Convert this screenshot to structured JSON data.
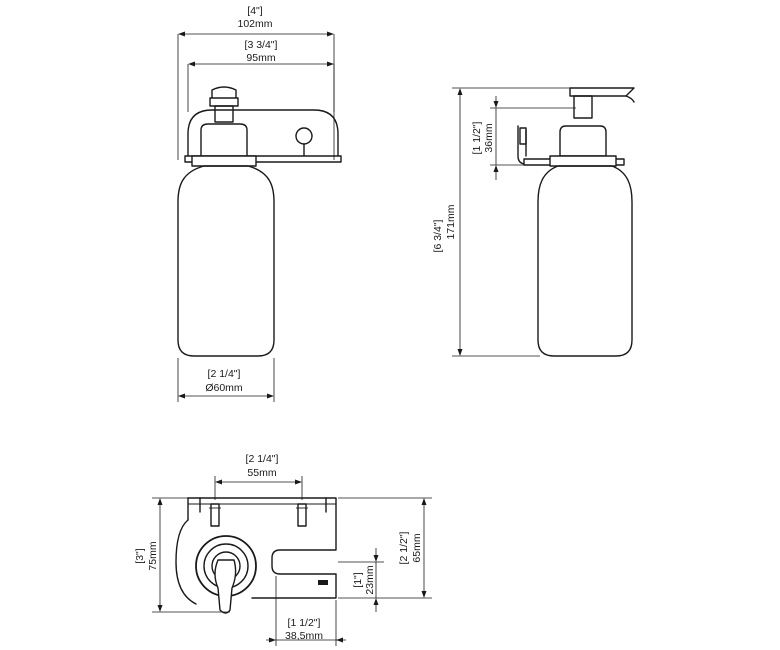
{
  "dimensions": {
    "total_width": {
      "inch": "[4\"]",
      "mm": "102mm"
    },
    "bracket_width": {
      "inch": "[3 3/4\"]",
      "mm": "95mm"
    },
    "diameter": {
      "inch": "[2 1/4\"]",
      "mm": "Ø60mm"
    },
    "height": {
      "inch": "[6 3/4\"]",
      "mm": "171mm"
    },
    "pump_height": {
      "inch": "[1 1/2\"]",
      "mm": "36mm"
    },
    "hole_spacing": {
      "inch": "[2 1/4\"]",
      "mm": "55mm"
    },
    "plate_height": {
      "inch": "[3\"]",
      "mm": "75mm"
    },
    "slot_height": {
      "inch": "[2 1/2\"]",
      "mm": "65mm"
    },
    "slot_offset": {
      "inch": "[1\"]",
      "mm": "23mm"
    },
    "projection": {
      "inch": "[1 1/2\"]",
      "mm": "38,5mm"
    }
  }
}
